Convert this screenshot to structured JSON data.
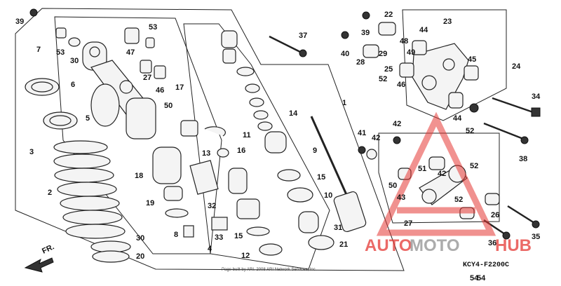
{
  "diagram": {
    "code": "KCY4-F2200C",
    "copyright": "Page built by ARI. 2008 ARI Network Services, Inc.",
    "watermark": {
      "auto": "AUTO",
      "moto": "MOTO",
      "hub": "HUB"
    },
    "callouts": [
      "1",
      "2",
      "3",
      "4",
      "5",
      "6",
      "7",
      "8",
      "9",
      "10",
      "11",
      "12",
      "13",
      "14",
      "15",
      "15",
      "16",
      "17",
      "18",
      "19",
      "20",
      "21",
      "22",
      "23",
      "24",
      "25",
      "26",
      "27",
      "27",
      "28",
      "29",
      "30",
      "30",
      "31",
      "32",
      "33",
      "34",
      "35",
      "36",
      "37",
      "38",
      "39",
      "39",
      "40",
      "41",
      "42",
      "42",
      "42",
      "43",
      "44",
      "44",
      "45",
      "46",
      "46",
      "47",
      "48",
      "49",
      "50",
      "50",
      "51",
      "52",
      "52",
      "52",
      "52",
      "53",
      "53",
      "54",
      "54"
    ],
    "colors": {
      "ink": "#111111",
      "watermark_red": "#e53935",
      "watermark_gray": "#9e9e9e"
    }
  }
}
